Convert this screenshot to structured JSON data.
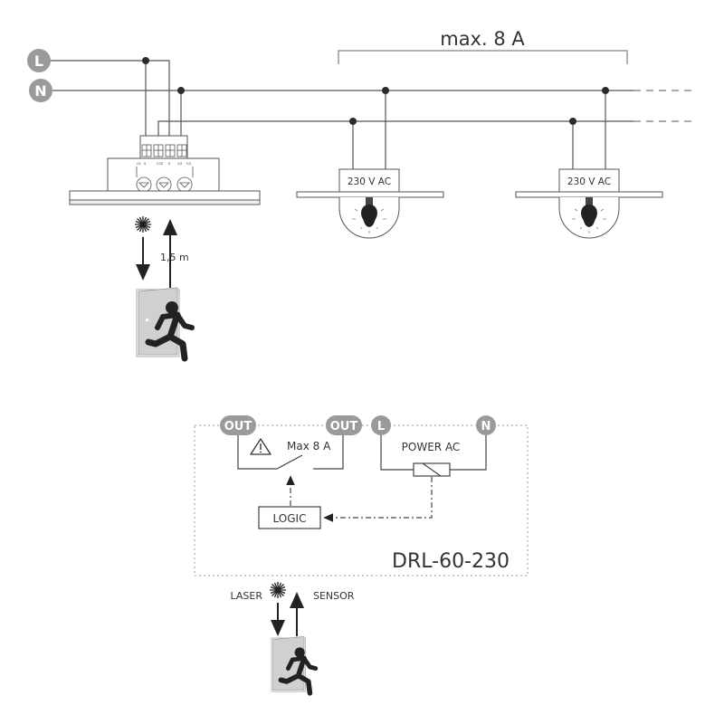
{
  "wiring": {
    "line_label": "L",
    "neutral_label": "N",
    "max_current_label": "max. 8 A",
    "lamp_voltage_labels": [
      "230 V AC",
      "230 V AC"
    ],
    "distance_label": "1,5 m"
  },
  "block_diagram": {
    "out_left_label": "OUT",
    "out_right_label": "OUT",
    "l_label": "L",
    "n_label": "N",
    "max_label": "Max 8 A",
    "power_label": "POWER AC",
    "logic_label": "LOGIC",
    "model_label": "DRL-60-230",
    "laser_label": "LASER",
    "sensor_label": "SENSOR"
  },
  "colors": {
    "badge": "#9a9a9a",
    "line": "#555555",
    "node": "#2b2b2b",
    "door": "#d0d0d0"
  }
}
